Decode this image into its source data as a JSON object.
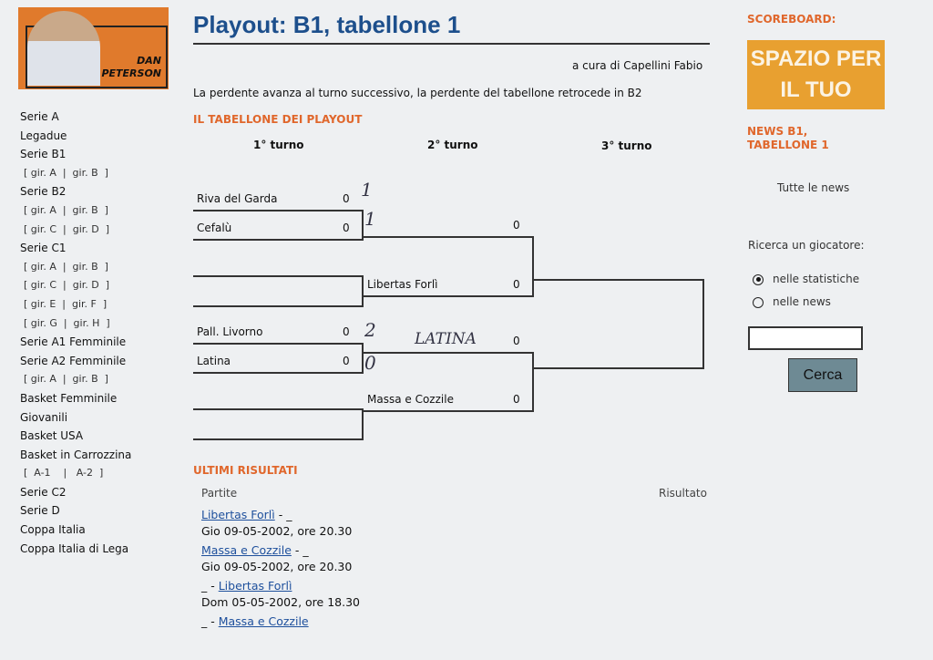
{
  "logo": {
    "name_line1": "DAN",
    "name_line2": "PETERSON"
  },
  "nav": [
    {
      "label": "Serie A",
      "type": "main"
    },
    {
      "label": "Legadue",
      "type": "main"
    },
    {
      "label": "Serie B1",
      "type": "main"
    },
    {
      "label": "[ gir. A  |  gir. B  ]",
      "type": "sub"
    },
    {
      "label": "Serie B2",
      "type": "main"
    },
    {
      "label": "[ gir. A  |  gir. B  ]",
      "type": "sub"
    },
    {
      "label": "[ gir. C  |  gir. D  ]",
      "type": "sub"
    },
    {
      "label": "Serie C1",
      "type": "main"
    },
    {
      "label": "[ gir. A  |  gir. B  ]",
      "type": "sub"
    },
    {
      "label": "[ gir. C  |  gir. D  ]",
      "type": "sub"
    },
    {
      "label": "[ gir. E  |  gir. F  ]",
      "type": "sub"
    },
    {
      "label": "[ gir. G  |  gir. H  ]",
      "type": "sub"
    },
    {
      "label": "Serie A1 Femminile",
      "type": "main"
    },
    {
      "label": "Serie A2 Femminile",
      "type": "main"
    },
    {
      "label": "[ gir. A  |  gir. B  ]",
      "type": "sub"
    },
    {
      "label": "Basket Femminile",
      "type": "main"
    },
    {
      "label": "Giovanili",
      "type": "main"
    },
    {
      "label": "Basket USA",
      "type": "main"
    },
    {
      "label": "Basket in Carrozzina",
      "type": "main"
    },
    {
      "label": "[  A-1    |   A-2  ]",
      "type": "sub"
    },
    {
      "label": "Serie C2",
      "type": "main"
    },
    {
      "label": "Serie D",
      "type": "main"
    },
    {
      "label": "Coppa Italia",
      "type": "main"
    },
    {
      "label": "Coppa Italia di Lega",
      "type": "main"
    }
  ],
  "main": {
    "title": "Playout: B1, tabellone 1",
    "author": "a cura di Capellini Fabio",
    "description": "La perdente avanza al turno successivo, la perdente del tabellone retrocede in B2",
    "bracket_heading": "IL TABELLONE DEI PLAYOUT",
    "rounds": [
      "1° turno",
      "2° turno",
      "3° turno"
    ],
    "round1": [
      {
        "team": "Riva del Garda",
        "score": "0"
      },
      {
        "team": "Cefalù",
        "score": "0"
      },
      {
        "team": "",
        "score": ""
      },
      {
        "team": "",
        "score": ""
      },
      {
        "team": "Pall. Livorno",
        "score": "0"
      },
      {
        "team": "Latina",
        "score": "0"
      },
      {
        "team": "",
        "score": ""
      },
      {
        "team": "",
        "score": ""
      }
    ],
    "round2": [
      {
        "team": "",
        "score": "0"
      },
      {
        "team": "Libertas Forlì",
        "score": "0"
      },
      {
        "team": "",
        "score": "0"
      },
      {
        "team": "Massa e Cozzile",
        "score": "0"
      }
    ],
    "handwritten": {
      "a": "1",
      "b": "1",
      "c": "2",
      "d": "0",
      "e": "LATINA"
    },
    "results_heading": "ULTIMI RISULTATI",
    "col_matches": "Partite",
    "col_result": "Risultato",
    "results": [
      {
        "home": "Libertas Forlì",
        "away": "_",
        "date": "Gio  09-05-2002, ore 20.30"
      },
      {
        "home": "Massa e Cozzile",
        "away": "_",
        "date": "Gio  09-05-2002, ore 20.30"
      },
      {
        "home": "_",
        "away": "Libertas Forlì",
        "date": "Dom  05-05-2002, ore 18.30"
      },
      {
        "home": "_",
        "away": "Massa e Cozzile",
        "date": ""
      }
    ]
  },
  "right": {
    "scoreboard": "SCOREBOARD:",
    "ad_line1": "SPAZIO PER",
    "ad_line2": "IL TUO",
    "news_title_1": "NEWS B1,",
    "news_title_2": "TABELLONE 1",
    "all_news": "Tutte le news",
    "search_label": "Ricerca un giocatore:",
    "opt1": "nelle statistiche",
    "opt2": "nelle news",
    "search_value": "",
    "button": "Cerca"
  }
}
